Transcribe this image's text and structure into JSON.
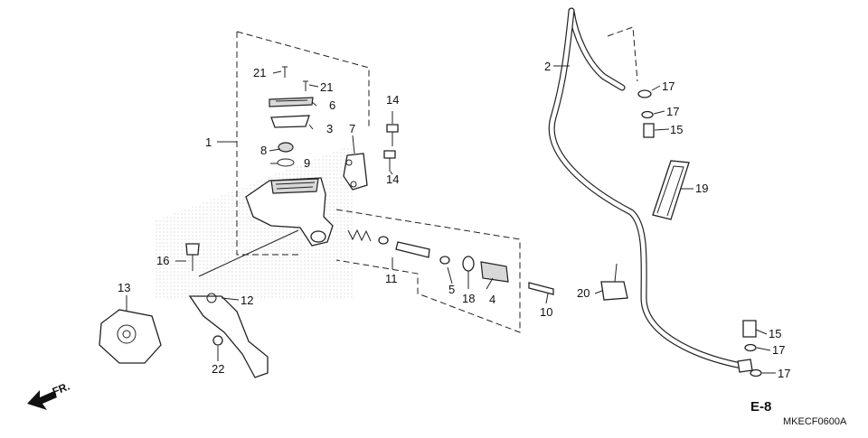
{
  "diagram": {
    "callouts": [
      "1",
      "2",
      "3",
      "4",
      "5",
      "6",
      "7",
      "8",
      "9",
      "10",
      "11",
      "12",
      "13",
      "14",
      "14",
      "15",
      "15",
      "16",
      "17",
      "17",
      "17",
      "17",
      "18",
      "19",
      "20",
      "21",
      "21",
      "22"
    ],
    "direction_label": "FR.",
    "section_ref": "E-8",
    "figure_code": "MKECF0600A"
  }
}
